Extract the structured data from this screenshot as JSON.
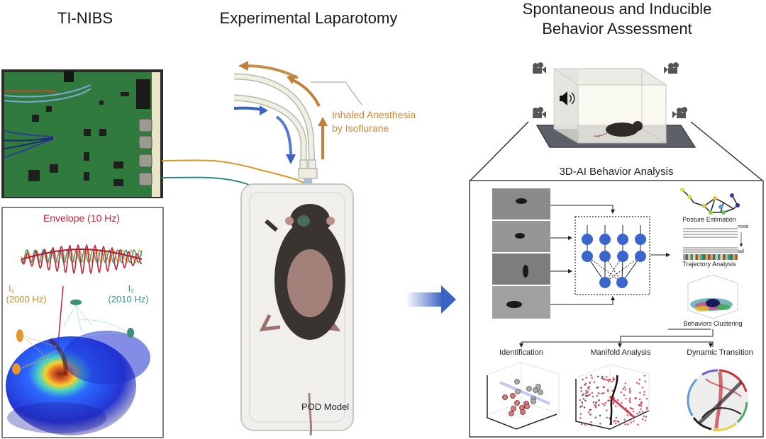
{
  "sections": {
    "ti_nibs": {
      "title": "TI-NIBS",
      "envelope_label": "Envelope (10 Hz)",
      "i1_label": "I₁",
      "i1_freq": "(2000 Hz)",
      "i2_label": "I₂",
      "i2_freq": "(2010 Hz)"
    },
    "laparotomy": {
      "title": "Experimental Laparotomy",
      "anesthesia_line1": "Inhaled Anesthesia",
      "anesthesia_line2": "by Isoflurane",
      "model_label": "POD Model"
    },
    "behavior": {
      "title_line1": "Spontaneous and Inducible",
      "title_line2": "Behavior Assessment",
      "analysis_title": "3D-AI Behavior Analysis",
      "posture": "Posture Estimation",
      "trajectory": "Trajectory Analysis",
      "trajectory_nose": "nose",
      "trajectory_tail": "tail",
      "clustering": "Behaviors Clustering",
      "identification": "Identification",
      "manifold": "Manifold Analysis",
      "dynamic": "Dynamic Transition"
    }
  },
  "icons": [
    "camera-icon",
    "speaker-icon",
    "flow-arrow-icon"
  ],
  "colors": {
    "orange": "#c8893a",
    "teal": "#3a8f8a",
    "red": "#c8243a",
    "blue": "#3b62c4",
    "pcb_green": "#2f7a3c"
  }
}
